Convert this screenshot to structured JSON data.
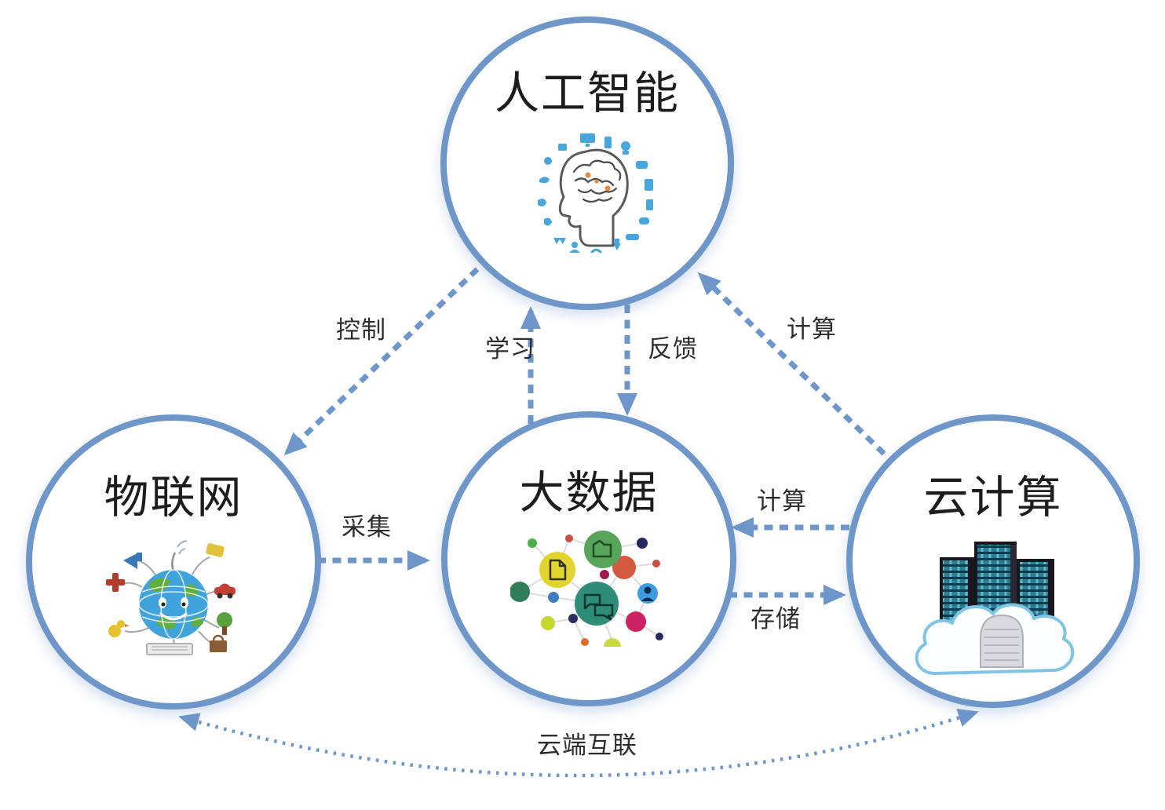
{
  "diagram": {
    "title": "AI / IoT / Big Data / Cloud relationship diagram",
    "colors": {
      "accent": "#6E96C9",
      "title_text": "#1d1d1d",
      "label_text": "#2d2d2d",
      "background": "#ffffff"
    },
    "nodes": [
      {
        "id": "ai",
        "label": "人工智能",
        "icon": "ai-head-brain-icon"
      },
      {
        "id": "iot",
        "label": "物联网",
        "icon": "iot-globe-devices-icon"
      },
      {
        "id": "bigdata",
        "label": "大数据",
        "icon": "bigdata-network-icon"
      },
      {
        "id": "cloud",
        "label": "云计算",
        "icon": "cloud-servers-icon"
      }
    ],
    "edges": [
      {
        "from": "ai",
        "to": "iot",
        "label": "控制",
        "style": "dashed"
      },
      {
        "from": "bigdata",
        "to": "ai",
        "label": "学习",
        "style": "dashed"
      },
      {
        "from": "ai",
        "to": "bigdata",
        "label": "反馈",
        "style": "dashed"
      },
      {
        "from": "cloud",
        "to": "ai",
        "label": "计算",
        "style": "dashed"
      },
      {
        "from": "iot",
        "to": "bigdata",
        "label": "采集",
        "style": "dashed"
      },
      {
        "from": "cloud",
        "to": "bigdata",
        "label": "计算",
        "style": "dashed"
      },
      {
        "from": "bigdata",
        "to": "cloud",
        "label": "存储",
        "style": "dashed"
      },
      {
        "from": "iot",
        "to": "cloud",
        "label": "云端互联",
        "style": "dotted-curve",
        "bidirectional": true
      }
    ]
  }
}
